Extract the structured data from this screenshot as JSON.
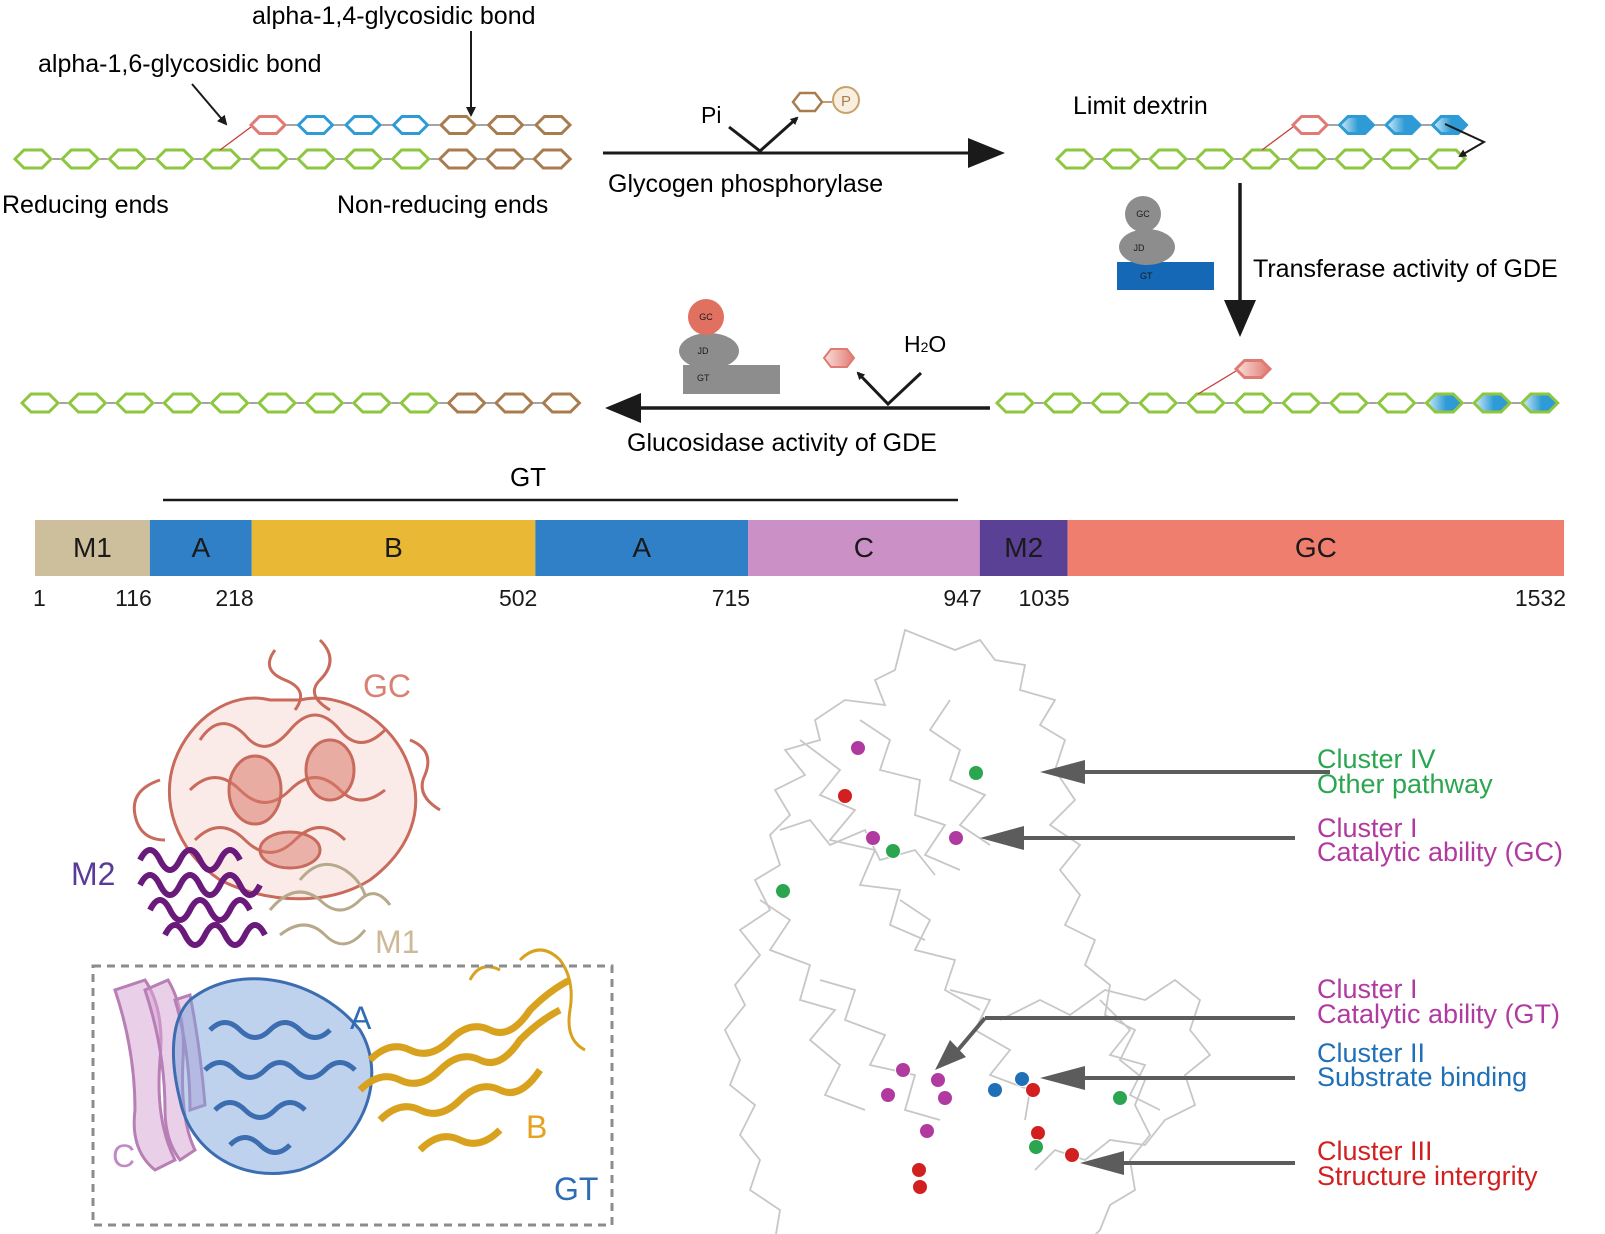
{
  "pathway": {
    "bond_16": "alpha-1,6-glycosidic bond",
    "bond_14": "alpha-1,4-glycosidic bond",
    "reducing": "Reducing ends",
    "nonreducing": "Non-reducing ends",
    "pi": "Pi",
    "phos_symbol": "P",
    "phosphorylase": "Glycogen phosphorylase",
    "limit_dextrin": "Limit dextrin",
    "transferase": "Transferase activity of GDE",
    "glucosidase": "Glucosidase activity of GDE",
    "h2o_h": "H",
    "h2o_sub": "2",
    "h2o_o": "O",
    "enzyme_gc": "GC",
    "enzyme_jd": "JD",
    "enzyme_gt": "GT"
  },
  "domain_bar": {
    "gt_label": "GT",
    "segments": [
      {
        "label": "M1",
        "start": 1,
        "end": 116,
        "color": "#cdbf9c"
      },
      {
        "label": "A",
        "start": 116,
        "end": 218,
        "color": "#3080c8"
      },
      {
        "label": "B",
        "start": 218,
        "end": 502,
        "color": "#e9b935"
      },
      {
        "label": "A",
        "start": 502,
        "end": 715,
        "color": "#3080c8"
      },
      {
        "label": "C",
        "start": 715,
        "end": 947,
        "color": "#cb90c6"
      },
      {
        "label": "M2",
        "start": 947,
        "end": 1035,
        "color": "#5a4196"
      },
      {
        "label": "GC",
        "start": 1035,
        "end": 1532,
        "color": "#f07e6e"
      }
    ],
    "ticks": [
      "1",
      "116",
      "218",
      "502",
      "715",
      "947",
      "1035",
      "1532"
    ]
  },
  "structure_labels": {
    "gc": "GC",
    "m2": "M2",
    "m1": "M1",
    "a": "A",
    "b": "B",
    "c": "C",
    "gt": "GT"
  },
  "clusters": [
    {
      "name": "Cluster IV",
      "desc": "Other pathway",
      "color": "#2aa650"
    },
    {
      "name": "Cluster I",
      "desc": "Catalytic ability (GC)",
      "color": "#b03aa0"
    },
    {
      "name": "Cluster I",
      "desc": "Catalytic ability (GT)",
      "color": "#b03aa0"
    },
    {
      "name": "Cluster II",
      "desc": "Substrate binding",
      "color": "#2070b8"
    },
    {
      "name": "Cluster III",
      "desc": "Structure intergrity",
      "color": "#d22020"
    }
  ],
  "colors": {
    "green_glucose": "#8dc63f",
    "brown_glucose": "#a87c4f",
    "blue_glucose": "#2e9bd6",
    "pink_glucose": "#e07a72"
  }
}
